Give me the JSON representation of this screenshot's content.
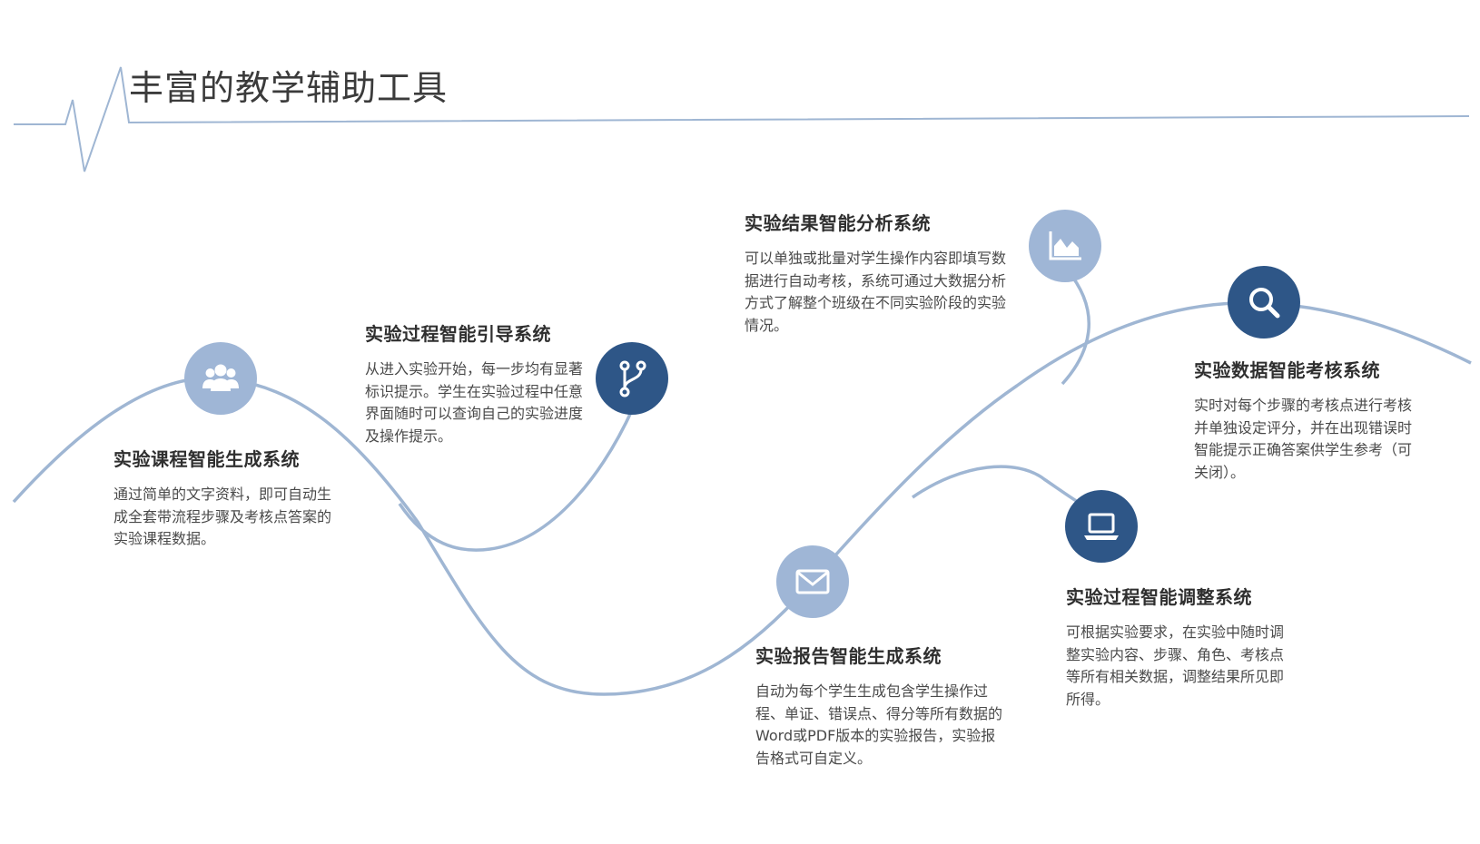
{
  "title": "丰富的教学辅助工具",
  "colors": {
    "line": "#9fb6d3",
    "light_node": "#9fb6d6",
    "dark_node": "#2e5687"
  },
  "nodes": [
    {
      "icon": "users-icon",
      "style": "light",
      "heading": "实验课程智能生成系统",
      "text": "通过简单的文字资料，即可自动生成全套带流程步骤及考核点答案的实验课程数据。"
    },
    {
      "icon": "branch-icon",
      "style": "dark",
      "heading": "实验过程智能引导系统",
      "text": "从进入实验开始，每一步均有显著标识提示。学生在实验过程中任意界面随时可以查询自己的实验进度及操作提示。"
    },
    {
      "icon": "mail-icon",
      "style": "light",
      "heading": "实验报告智能生成系统",
      "text": "自动为每个学生生成包含学生操作过程、单证、错误点、得分等所有数据的Word或PDF版本的实验报告，实验报告格式可自定义。"
    },
    {
      "icon": "area-chart-icon",
      "style": "light",
      "heading": "实验结果智能分析系统",
      "text": "可以单独或批量对学生操作内容即填写数据进行自动考核，系统可通过大数据分析方式了解整个班级在不同实验阶段的实验情况。"
    },
    {
      "icon": "laptop-icon",
      "style": "dark",
      "heading": "实验过程智能调整系统",
      "text": "可根据实验要求，在实验中随时调整实验内容、步骤、角色、考核点等所有相关数据，调整结果所见即所得。"
    },
    {
      "icon": "search-icon",
      "style": "dark",
      "heading": "实验数据智能考核系统",
      "text": "实时对每个步骤的考核点进行考核并单独设定评分，并在出现错误时智能提示正确答案供学生参考（可关闭）。"
    }
  ]
}
